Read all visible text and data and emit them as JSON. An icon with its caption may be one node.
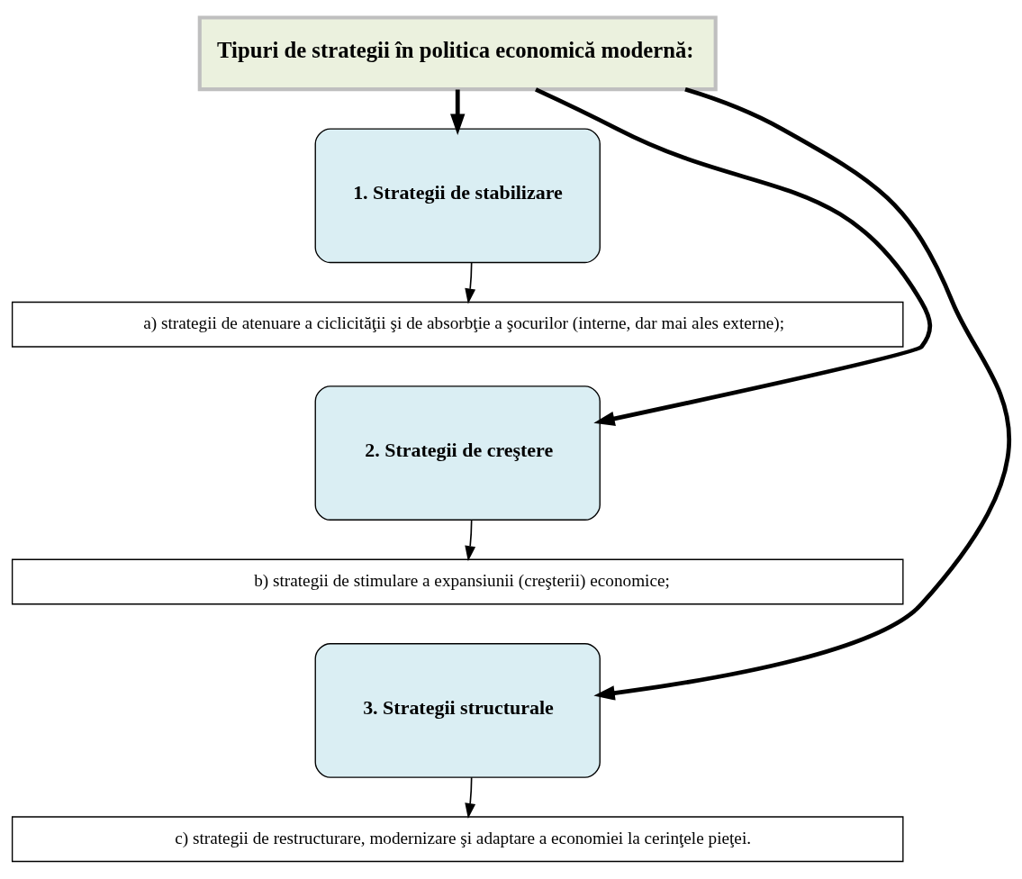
{
  "diagram": {
    "nodes": [
      {
        "text": [
          "Tipuri de strategii în politica economică modernă:"
        ]
      },
      {
        "text": [
          "1. Strategii de stabilizare"
        ]
      },
      {
        "text": [
          "a) strategii de atenuare a ciclicităţii şi de absorbţie a şocurilor (interne, dar mai ales externe);"
        ]
      },
      {
        "text": [
          "2. Strategii de creştere"
        ]
      },
      {
        "text": [
          "b) strategii de stimulare a expansiunii (creşterii) economice;"
        ]
      },
      {
        "text": [
          "3. Strategii structurale"
        ]
      },
      {
        "text": [
          "c) strategii de restructurare, modernizare şi adaptare a economiei la cerinţele pieţei."
        ]
      }
    ],
    "edges": [
      {
        "from": 0,
        "to": 1,
        "arrow": "to",
        "style": "thick"
      },
      {
        "from": 0,
        "to": 3,
        "arrow": "to",
        "style": "thick"
      },
      {
        "from": 0,
        "to": 5,
        "arrow": "to",
        "style": "thick"
      },
      {
        "from": 1,
        "to": 2,
        "arrow": "to"
      },
      {
        "from": 3,
        "to": 4,
        "arrow": "to"
      },
      {
        "from": 5,
        "to": 6,
        "arrow": "to"
      }
    ]
  }
}
